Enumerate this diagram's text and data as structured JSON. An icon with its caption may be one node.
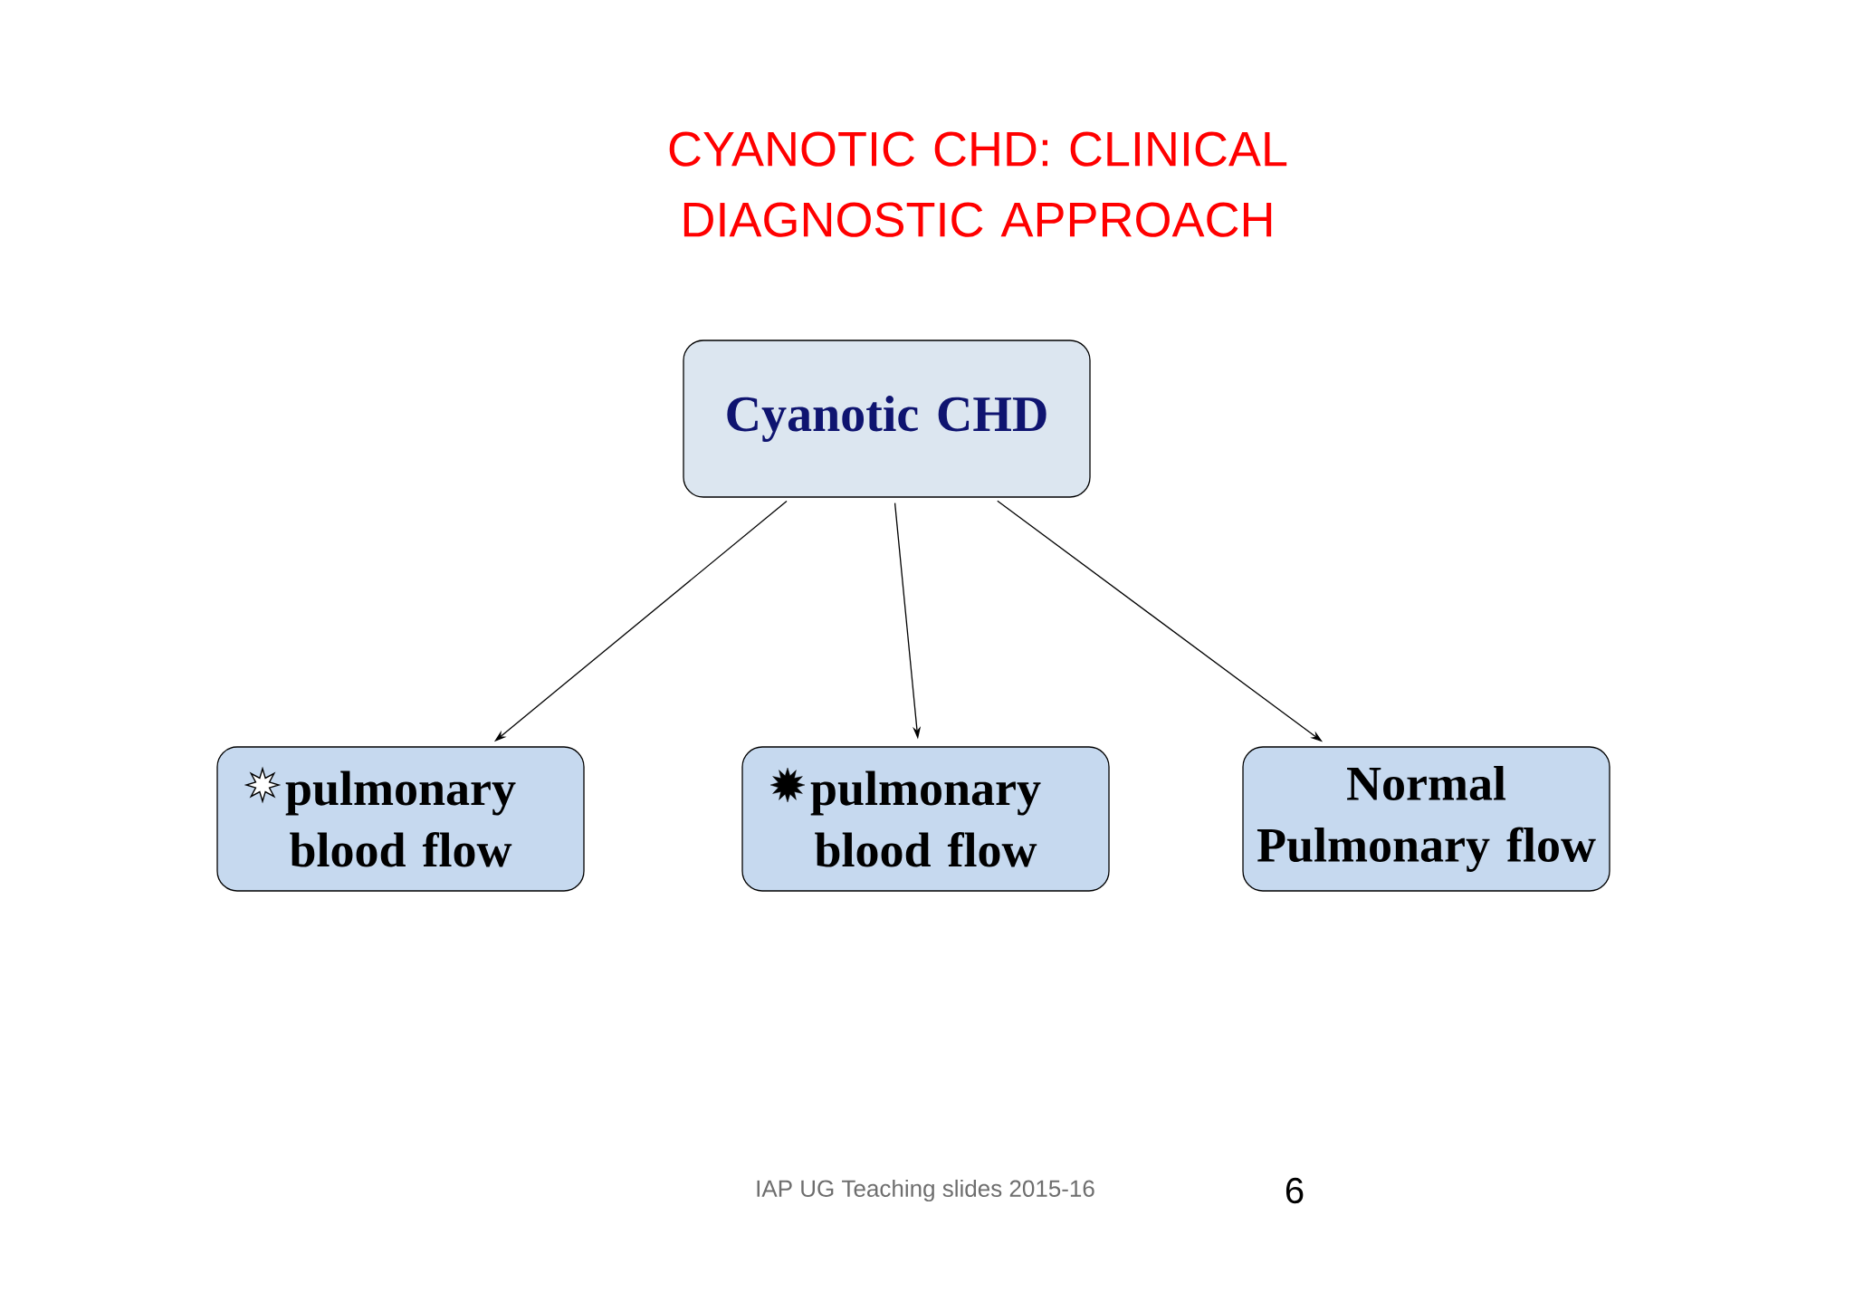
{
  "diagram": {
    "title": "CYANOTIC CHD: CLINICAL DIAGNOSTIC APPROACH",
    "nodes": [
      {
        "text": [
          "Cyanotic CHD"
        ]
      },
      {
        "text": [
          "pulmonary blood flow"
        ]
      },
      {
        "text": [
          "pulmonary blood flow"
        ]
      },
      {
        "text": [
          "Normal Pulmonary flow"
        ]
      }
    ],
    "edges": [
      {
        "from": 0,
        "to": 1,
        "arrow": "to"
      },
      {
        "from": 0,
        "to": 2,
        "arrow": "to"
      },
      {
        "from": 0,
        "to": 3,
        "arrow": "to"
      }
    ],
    "labels": [
      "IAP UG Teaching slides 2015-16",
      "6"
    ]
  }
}
